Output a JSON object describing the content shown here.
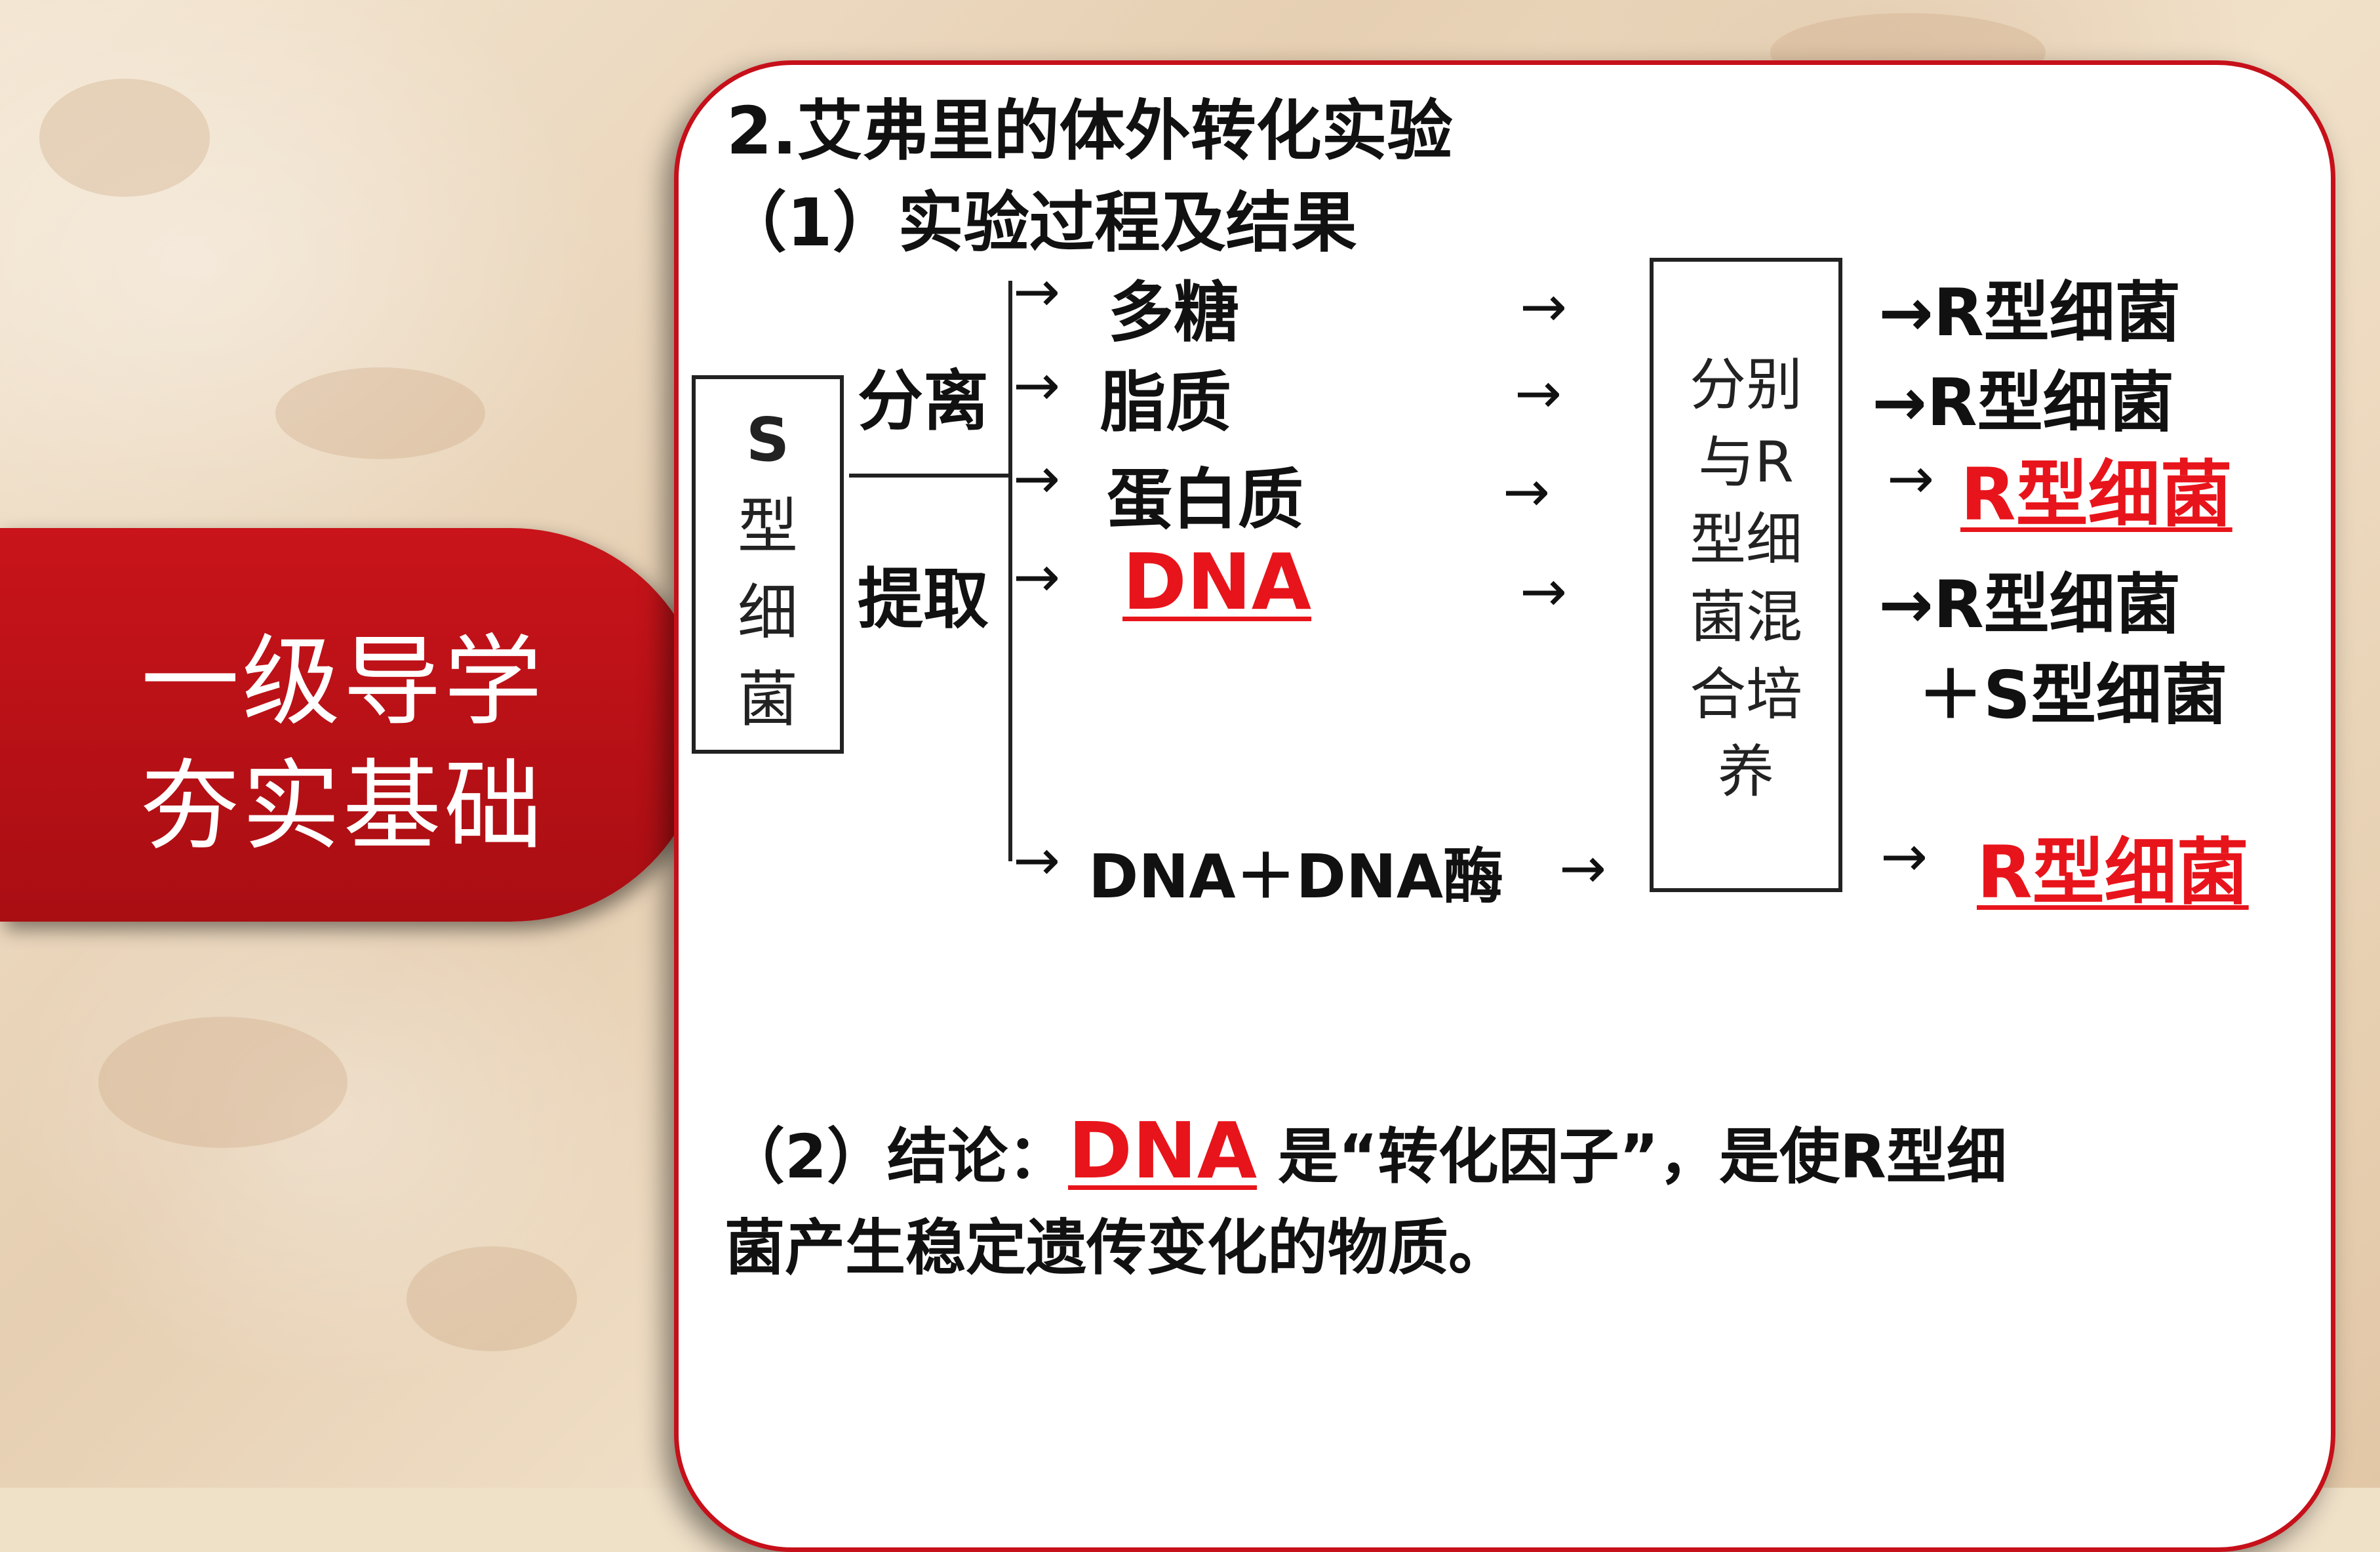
{
  "sidebar": {
    "line1": "一级导学",
    "line2": "夯实基础"
  },
  "panel": {
    "heading": "2.艾弗里的体外转化实验",
    "subheading": "（1）实验过程及结果",
    "source_box": {
      "line1": "S",
      "line2": "型",
      "line3": "细",
      "line4": "菌"
    },
    "label_separate": "分离",
    "label_extract": "提取",
    "arrow": "→",
    "items": [
      {
        "name": "多糖",
        "result": "→R型细菌"
      },
      {
        "name": "脂质",
        "result": "→R型细菌"
      },
      {
        "name": "蛋白质",
        "result": "R型细菌"
      },
      {
        "name": "DNA",
        "result": "→R型细菌"
      },
      {
        "name": "DNA＋DNA酶",
        "result": "R型细菌"
      }
    ],
    "extra_result": "＋S型细菌",
    "culture_box": {
      "l1": "分别",
      "l2": "与R",
      "l3": "型细",
      "l4": "菌混",
      "l5": "合培",
      "l6": "养"
    },
    "conclusion": {
      "prefix": "（2）结论：",
      "keyword": "DNA",
      "suffix": " 是“转化因子”，是使R型细",
      "line2": "菌产生稳定遗传变化的物质。"
    }
  },
  "colors": {
    "accent_red": "#e8141b",
    "tab_red": "#c8141a"
  }
}
